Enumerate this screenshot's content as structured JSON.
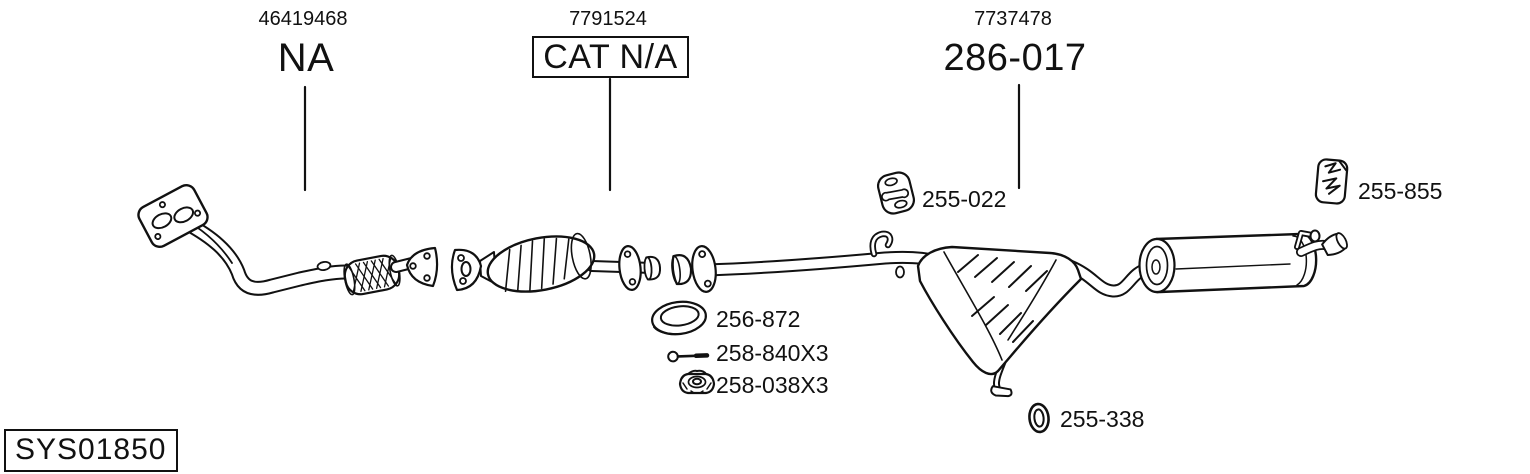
{
  "diagram": {
    "background_color": "#ffffff",
    "line_color": "#111111",
    "references": [
      {
        "part_number": "46419468",
        "label": "NA",
        "boxed": false
      },
      {
        "part_number": "7791524",
        "label": "CAT N/A",
        "boxed": true
      },
      {
        "part_number": "7737478",
        "label": "286-017",
        "boxed": false
      }
    ],
    "callouts": [
      {
        "code": "255-022",
        "icon": "rubber-hanger-icon"
      },
      {
        "code": "255-855",
        "icon": "rubber-block-hanger-icon"
      },
      {
        "code": "256-872",
        "icon": "gasket-ring-icon"
      },
      {
        "code": "258-840X3",
        "icon": "bolt-icon"
      },
      {
        "code": "258-038X3",
        "icon": "nut-icon"
      },
      {
        "code": "255-338",
        "icon": "o-ring-icon"
      }
    ],
    "system_code": "SYS01850",
    "drawing_components": [
      "front-pipe",
      "flex-pipe-section",
      "catalytic-converter",
      "center-pipe",
      "center-silencer",
      "rear-silencer",
      "tailpipe"
    ]
  }
}
